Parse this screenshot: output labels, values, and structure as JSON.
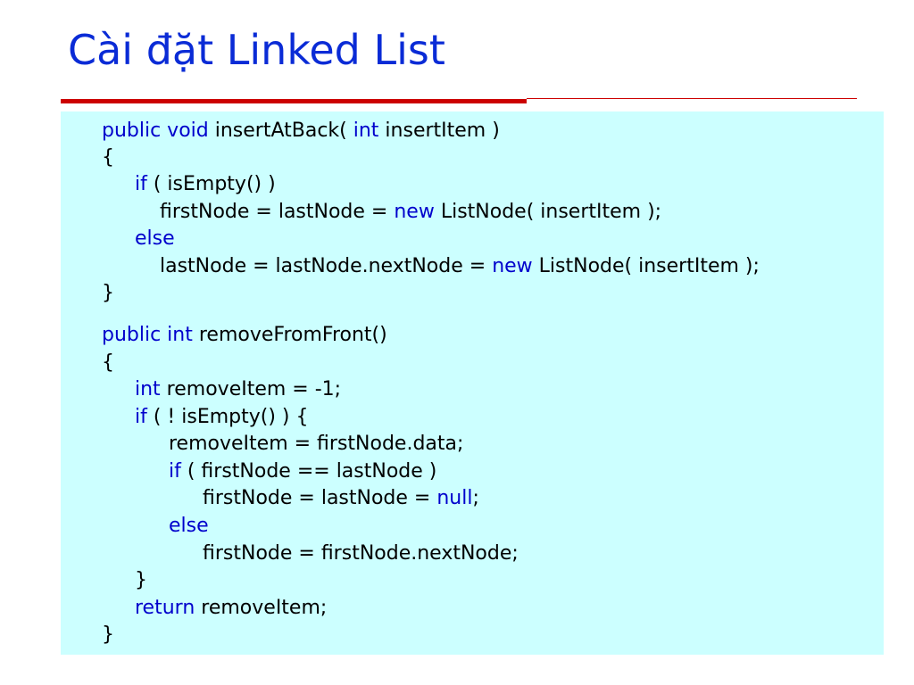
{
  "slide": {
    "title": "Cài đặt Linked List"
  },
  "code": {
    "lines": [
      [
        {
          "t": "public void",
          "k": 1
        },
        {
          "t": " insertAtBack( ",
          "k": 0
        },
        {
          "t": "int",
          "k": 1
        },
        {
          "t": " insertItem )",
          "k": 0
        }
      ],
      [
        {
          "t": "{",
          "k": 0
        }
      ],
      [
        {
          "t": "if",
          "k": 1
        },
        {
          "t": " ( isEmpty() )",
          "k": 0
        }
      ],
      [
        {
          "t": "firstNode = lastNode = ",
          "k": 0
        },
        {
          "t": "new",
          "k": 1
        },
        {
          "t": " ListNode( insertItem );",
          "k": 0
        }
      ],
      [
        {
          "t": "else",
          "k": 1
        }
      ],
      [
        {
          "t": "lastNode = lastNode.nextNode = ",
          "k": 0
        },
        {
          "t": "new",
          "k": 1
        },
        {
          "t": " ListNode( insertItem );",
          "k": 0
        }
      ],
      [
        {
          "t": "}",
          "k": 0
        }
      ],
      [
        {
          "t": "public int",
          "k": 1
        },
        {
          "t": " removeFromFront()",
          "k": 0
        }
      ],
      [
        {
          "t": "{",
          "k": 0
        }
      ],
      [
        {
          "t": "int",
          "k": 1
        },
        {
          "t": " removeItem = -1;",
          "k": 0
        }
      ],
      [
        {
          "t": "if",
          "k": 1
        },
        {
          "t": " ( ! isEmpty() ) {",
          "k": 0
        }
      ],
      [
        {
          "t": "removeItem = firstNode.data;",
          "k": 0
        }
      ],
      [
        {
          "t": "if",
          "k": 1
        },
        {
          "t": " ( firstNode == lastNode )",
          "k": 0
        }
      ],
      [
        {
          "t": "firstNode = lastNode = ",
          "k": 0
        },
        {
          "t": "null",
          "k": 1
        },
        {
          "t": ";",
          "k": 0
        }
      ],
      [
        {
          "t": "else",
          "k": 1
        }
      ],
      [
        {
          "t": "firstNode = firstNode.nextNode;",
          "k": 0
        }
      ],
      [
        {
          "t": "}",
          "k": 0
        }
      ],
      [
        {
          "t": "return",
          "k": 1
        },
        {
          "t": " removeItem;",
          "k": 0
        }
      ],
      [
        {
          "t": "}",
          "k": 0
        }
      ]
    ]
  },
  "colors": {
    "title": "#0a2bd6",
    "keyword": "#0000cc",
    "code_background": "#ccffff",
    "rule": "#cc0000"
  }
}
